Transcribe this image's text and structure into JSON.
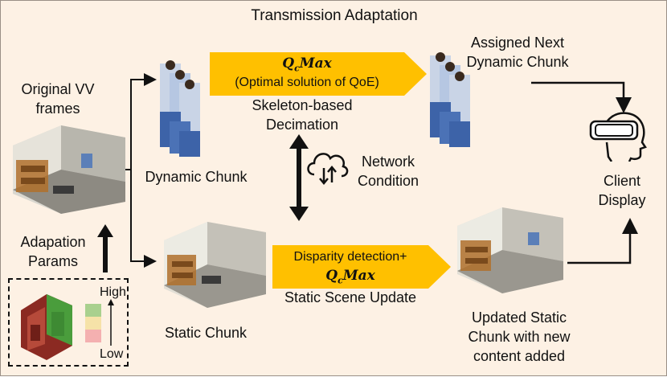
{
  "title": "Transmission Adaptation",
  "labels": {
    "original_frames": "Original VV frames",
    "adaptation_params": "Adapation Params",
    "dynamic_chunk": "Dynamic Chunk",
    "static_chunk": "Static Chunk",
    "skeleton_decimation": "Skeleton-based Decimation",
    "network_condition": "Network Condition",
    "static_scene_update": "Static Scene Update",
    "assigned_next": "Assigned Next Dynamic Chunk",
    "updated_static": "Updated Static Chunk with new content added",
    "client_display": "Client Display"
  },
  "top_arrow": {
    "formula_main": "Q",
    "formula_sub": "c",
    "formula_rest": "Max",
    "caption": "(Optimal solution of QoE)"
  },
  "bottom_arrow": {
    "caption": "Disparity detection+",
    "formula_main": "Q",
    "formula_sub": "c",
    "formula_rest": "Max"
  },
  "legend": {
    "high": "High",
    "low": "Low"
  },
  "colors": {
    "background": "#fdf1e4",
    "arrow_fill": "#ffc000",
    "legend_high": "#a9d08e",
    "legend_mid": "#f6e2a8",
    "legend_low": "#f4b0b0"
  },
  "icons": [
    "vr-headset-head-icon",
    "cloud-network-icon"
  ]
}
